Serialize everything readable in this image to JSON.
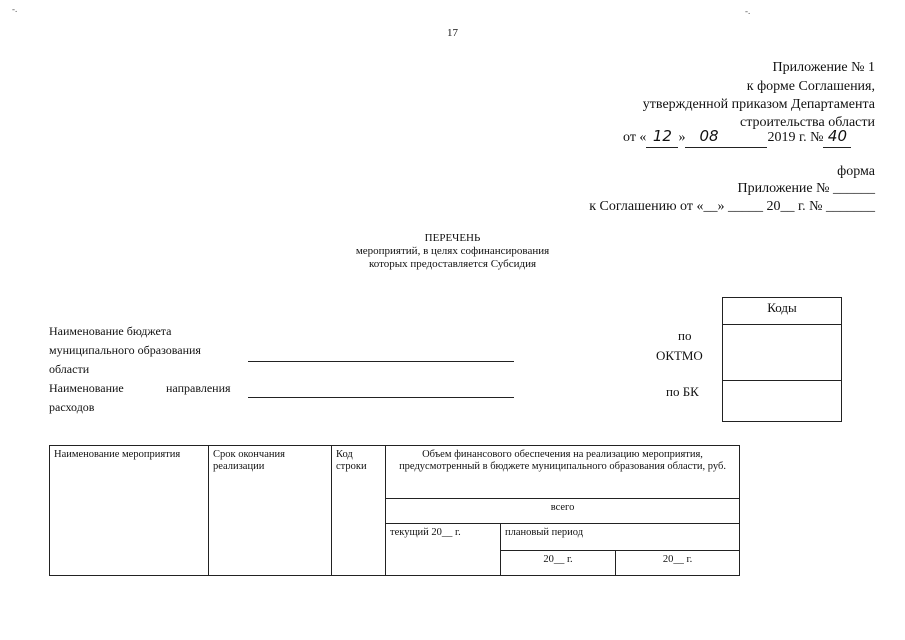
{
  "scan_marks": {
    "left": "-.",
    "right": "-."
  },
  "page_number": "17",
  "appendix": {
    "line1": "Приложение № 1",
    "line2": "к форме Соглашения,",
    "line3": "утвержденной приказом Департамента",
    "line4": "строительства области",
    "date_prefix": "от «",
    "day": "12",
    "quote_close": "»",
    "month": "08",
    "year_text": "2019 г.  №",
    "number": "40"
  },
  "form_block": {
    "form_label": "форма",
    "appendix_no": "Приложение № ______",
    "agreement_line": "к Соглашению от «__» _____ 20__ г. № _______"
  },
  "title": {
    "heading": "ПЕРЕЧЕНЬ",
    "sub1": "мероприятий, в целях софинансирования",
    "sub2": "которых предоставляется Субсидия"
  },
  "fields": {
    "budget_name_1": "Наименование бюджета",
    "budget_name_2": "муниципального образования",
    "budget_name_3": "области",
    "direction_word1": "Наименование",
    "direction_word2": "направления",
    "direction_line2": "расходов",
    "po": "по",
    "oktmo": "ОКТМО",
    "po_bk": "по БК"
  },
  "codes_header": "Коды",
  "table": {
    "col_event": "Наименование мероприятия",
    "col_deadline": "Срок окончания реализации",
    "col_code": "Код строки",
    "col_volume": "Объем финансового обеспечения на реализацию мероприятия, предусмотренный в бюджете муниципального образования области, руб.",
    "total": "всего",
    "current_year": "текущий 20__ г.",
    "planned_period": "плановый период",
    "year_a": "20__ г.",
    "year_b": "20__ г."
  }
}
